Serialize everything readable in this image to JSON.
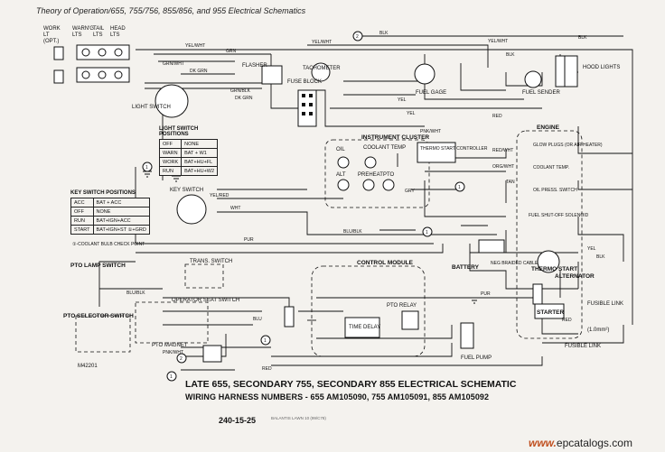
{
  "header": {
    "title": "Theory of Operation/655, 755/756, 855/856, and 955 Electrical Schematics"
  },
  "lights": {
    "labels": [
      "WORK LT (OPT.)",
      "WARN'G LTS",
      "TAIL LTS",
      "HEAD LTS"
    ]
  },
  "light_switch_table": {
    "title": "LIGHT SWITCH POSITIONS",
    "rows": [
      [
        "OFF",
        "NONE"
      ],
      [
        "WARN",
        "BAT + W1"
      ],
      [
        "WORK",
        "BAT+HU+FL"
      ],
      [
        "RUN",
        "BAT+HU+W2"
      ]
    ]
  },
  "key_switch_table": {
    "title": "KEY SWITCH POSITIONS",
    "rows": [
      [
        "ACC",
        "BAT + ACC"
      ],
      [
        "OFF",
        "NONE"
      ],
      [
        "RUN",
        "BAT+IGN+ACC"
      ],
      [
        "START",
        "BAT+IGN+ST ①+GRD"
      ]
    ],
    "note": "①-COOLANT BULB CHECK POINT"
  },
  "components": {
    "flasher": "FLASHER",
    "tachometer": "TACHOMETER",
    "fuse_block": "FUSE BLOCK",
    "fuel_gage": "FUEL GAGE",
    "fuel_sender": "FUEL SENDER",
    "hood_lights": "HOOD LIGHTS",
    "light_switch": "LIGHT SWITCH",
    "instrument_cluster": "INSTRUMENT CLUSTER",
    "oil": "OIL",
    "coolant_temp": "COOLANT TEMP",
    "alt": "ALT",
    "preheat": "PREHEAT",
    "pto": "PTO",
    "thermo_start_controller": "THERMO START CONTROLLER",
    "engine": "ENGINE",
    "glow_plugs": "GLOW PLUGS (OR AIR HEATER)",
    "coolant_temp_sw": "COOLANT TEMP.",
    "oil_press_switch": "OIL PRESS. SWITCH",
    "fuel_shutoff": "FUEL SHUT-OFF SOLENOID",
    "thermo_start": "THERMO START",
    "key_switch": "KEY SWITCH",
    "battery": "BATTERY",
    "neg_braided_cable": "NEG BRAIDED CABLE",
    "alternator": "ALTERNATOR",
    "starter": "STARTER",
    "fusible_link": "FUSIBLE LINK",
    "fusible_link_2": "FUSIBLE LINK",
    "fusible_size": "(1.0mm²)",
    "pto_lamp_switch": "PTO LAMP SWITCH",
    "trans_switch": "TRANS. SWITCH",
    "control_module": "CONTROL MODULE",
    "pto_relay": "PTO RELAY",
    "time_delay": "TIME DELAY",
    "operator_seat_switch": "OPERATOR SEAT SWITCH",
    "pto_selector_switch": "PTO SELECTOR SWITCH",
    "pto_magnet": "PTO MAGNET",
    "fuel_pump": "FUEL PUMP"
  },
  "wire_labels": {
    "yel_wht": "YEL/WHT",
    "grn": "GRN",
    "dk_grn": "DK GRN",
    "blk": "BLK",
    "red": "RED",
    "yel": "YEL",
    "wht": "WHT",
    "pnk_wht": "PNK/WHT",
    "yel_red": "YEL/RED",
    "blu_blk": "BLU/BLK",
    "pur": "PUR",
    "org_wht": "ORG/WHT",
    "red_wht": "RED/WHT",
    "tan": "TAN",
    "blu": "BLU",
    "gry": "GRY",
    "grn_wht": "GRN/WHT",
    "grn_blk": "GRN/BLK"
  },
  "refs": {
    "r1": "1",
    "r2": "2"
  },
  "footer": {
    "title": "LATE 655, SECONDARY 755, SECONDARY 855 ELECTRICAL SCHEMATIC",
    "harness": "WIRING HARNESS NUMBERS - 655 AM105090, 755 AM105091, 855 AM105092",
    "id": "M42201",
    "page": "240-15-25",
    "small": "BALANTIS LAWN 10 (99/C78)",
    "watermark_prefix": "www.",
    "watermark_main": "epcatalogs.com"
  }
}
